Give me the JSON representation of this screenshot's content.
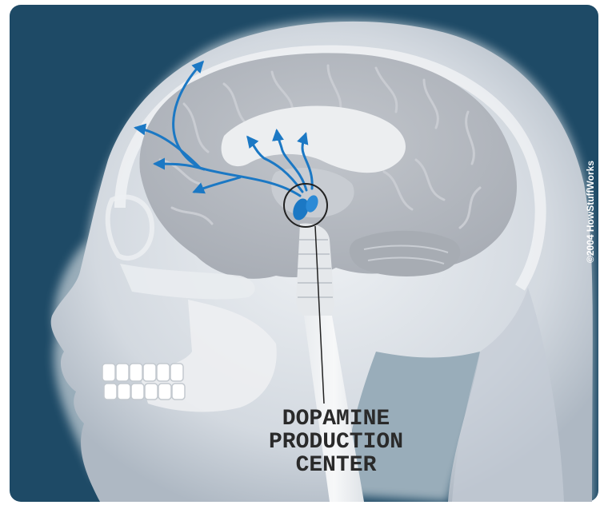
{
  "label": {
    "line1": "DOPAMINE",
    "line2": "PRODUCTION",
    "line3": "CENTER"
  },
  "copyright": "©2004 HowStuffWorks",
  "colors": {
    "background": "#1e4a66",
    "head": "#d6dbe2",
    "brain": "#b3b8c0",
    "pathway": "#1b78c4",
    "label_text": "#2a2a2a"
  },
  "icons": {
    "pathway_arrows": "arrow-icon",
    "production_nucleus": "ellipse-blue"
  }
}
